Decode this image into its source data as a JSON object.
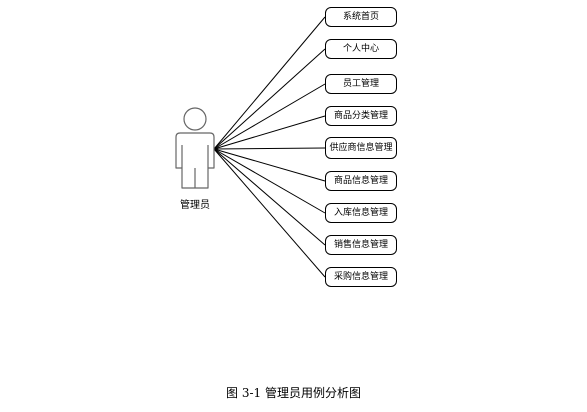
{
  "actor": {
    "label": "管理员",
    "icon": "person-icon"
  },
  "use_cases": [
    {
      "label": "系统首页"
    },
    {
      "label": "个人中心"
    },
    {
      "label": "员工管理"
    },
    {
      "label": "商品分类管理"
    },
    {
      "label": "供应商信息管理"
    },
    {
      "label": "商品信息管理"
    },
    {
      "label": "入库信息管理"
    },
    {
      "label": "销售信息管理"
    },
    {
      "label": "采购信息管理"
    }
  ],
  "caption": "图 3-1 管理员用例分析图",
  "colors": {
    "line": "#000000",
    "actor_stroke": "#666666",
    "background": "#ffffff"
  }
}
